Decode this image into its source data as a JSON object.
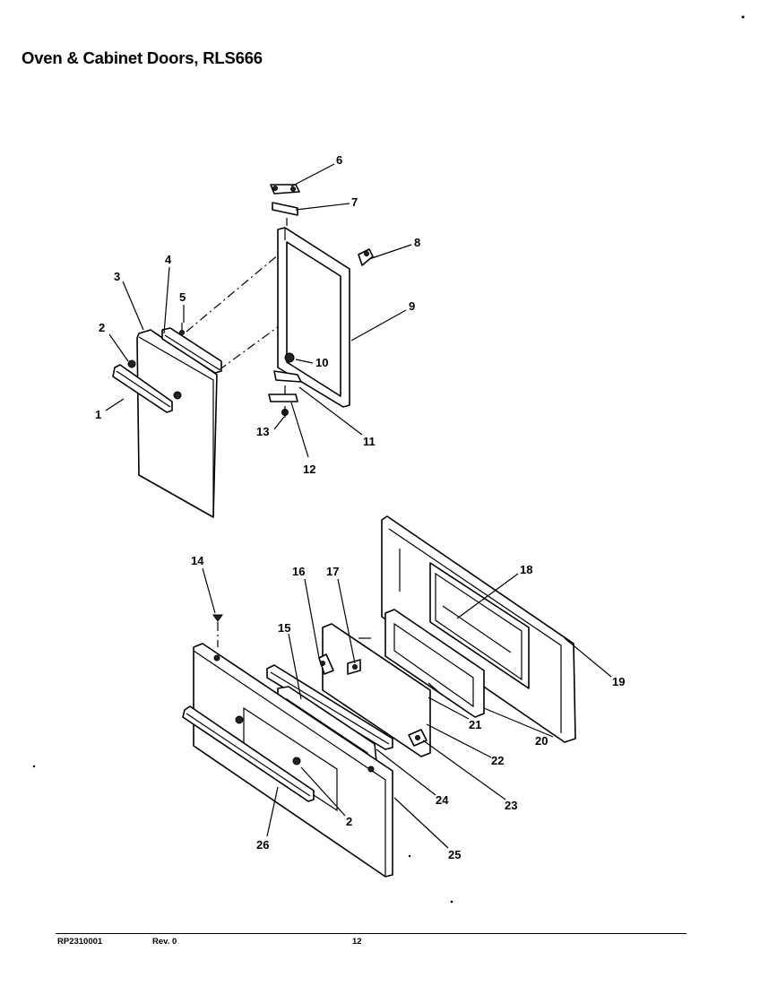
{
  "title": "Oven & Cabinet Doors, RLS666",
  "callouts": [
    "1",
    "2",
    "3",
    "4",
    "5",
    "6",
    "7",
    "8",
    "9",
    "10",
    "11",
    "12",
    "13",
    "14",
    "15",
    "16",
    "17",
    "18",
    "19",
    "20",
    "21",
    "22",
    "23",
    "24",
    "25",
    "26",
    "2"
  ],
  "footer": {
    "code": "RP2310001",
    "revision": "Rev. 0",
    "page": "12"
  }
}
